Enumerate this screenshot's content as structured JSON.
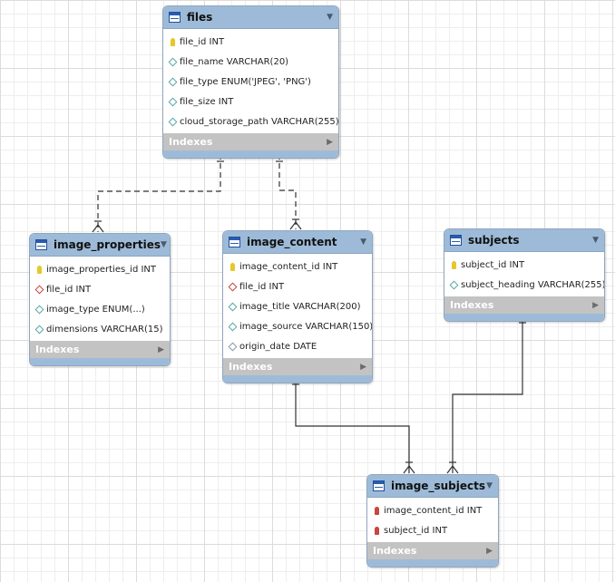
{
  "indexes_label": "Indexes",
  "menu_glyph": "▼",
  "expand_glyph": "▶",
  "colors": {
    "header_bg": "#9dbbd8",
    "indexes_bg": "#c3c3c3",
    "primary_key": "#e6c82a",
    "foreign_key": "#c8463c",
    "column_marker": "#5aa8a8",
    "connector": "#333333"
  },
  "tables": {
    "files": {
      "name": "files",
      "columns": [
        {
          "text": "file_id INT",
          "icon": "primary-key-icon"
        },
        {
          "text": "file_name VARCHAR(20)",
          "icon": "column-diamond-icon"
        },
        {
          "text": "file_type ENUM('JPEG', 'PNG')",
          "icon": "column-diamond-icon"
        },
        {
          "text": "file_size INT",
          "icon": "column-diamond-icon"
        },
        {
          "text": "cloud_storage_path VARCHAR(255)",
          "icon": "column-diamond-icon"
        }
      ]
    },
    "image_properties": {
      "name": "image_properties",
      "columns": [
        {
          "text": "image_properties_id INT",
          "icon": "primary-key-icon"
        },
        {
          "text": "file_id INT",
          "icon": "foreign-column-diamond-icon"
        },
        {
          "text": "image_type ENUM(...)",
          "icon": "column-diamond-icon"
        },
        {
          "text": "dimensions VARCHAR(15)",
          "icon": "column-diamond-icon"
        }
      ]
    },
    "image_content": {
      "name": "image_content",
      "columns": [
        {
          "text": "image_content_id INT",
          "icon": "primary-key-icon"
        },
        {
          "text": "file_id INT",
          "icon": "foreign-column-diamond-icon"
        },
        {
          "text": "image_title VARCHAR(200)",
          "icon": "column-diamond-icon"
        },
        {
          "text": "image_source VARCHAR(150)",
          "icon": "column-diamond-icon"
        },
        {
          "text": "origin_date DATE",
          "icon": "nullable-column-diamond-icon"
        }
      ]
    },
    "subjects": {
      "name": "subjects",
      "columns": [
        {
          "text": "subject_id INT",
          "icon": "primary-key-icon"
        },
        {
          "text": "subject_heading VARCHAR(255)",
          "icon": "column-diamond-icon"
        }
      ]
    },
    "image_subjects": {
      "name": "image_subjects",
      "columns": [
        {
          "text": "image_content_id INT",
          "icon": "primary-foreign-key-icon"
        },
        {
          "text": "subject_id INT",
          "icon": "primary-foreign-key-icon"
        }
      ]
    }
  },
  "relationships": [
    {
      "from": "files",
      "to": "image_properties",
      "style": "non-identifying"
    },
    {
      "from": "files",
      "to": "image_content",
      "style": "non-identifying"
    },
    {
      "from": "image_content",
      "to": "image_subjects",
      "style": "identifying"
    },
    {
      "from": "subjects",
      "to": "image_subjects",
      "style": "identifying"
    }
  ]
}
